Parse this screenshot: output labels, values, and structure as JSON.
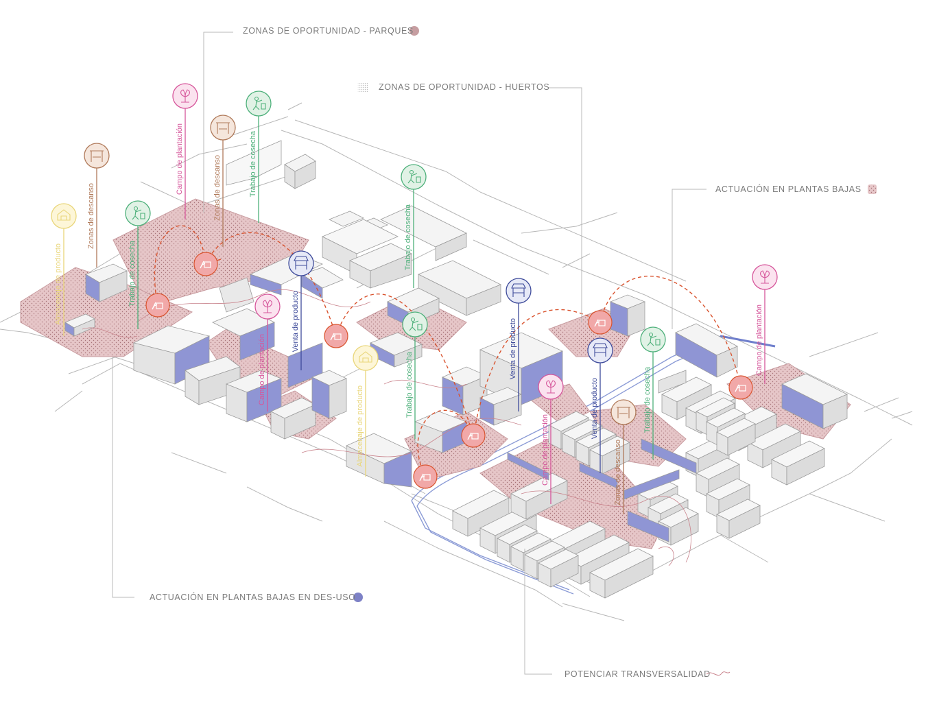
{
  "legend": {
    "parques": "ZONAS DE OPORTUNIDAD - PARQUES",
    "huertos": "ZONAS DE OPORTUNIDAD - HUERTOS",
    "plantas_bajas": "ACTUACIÓN EN PLANTAS BAJAS",
    "des_uso": "ACTUACIÓN EN PLANTAS BAJAS EN DES-USO",
    "transversalidad": "POTENCIAR TRANSVERSALIDAD"
  },
  "colors": {
    "zone_fill": "#e3c2c4",
    "zone_stroke": "#c79a9e",
    "facade_blue": "#9aa0d8",
    "route_red": "#d9532e",
    "yellow": "#e9d67a",
    "brown": "#b07a5a",
    "pink": "#d6569b",
    "green": "#4db07a",
    "navy": "#3d4a9a",
    "parque_dot": "#c69ea1",
    "des_uso_dot": "#7d81c6"
  },
  "pins": [
    {
      "label": "Almacenaje de producto",
      "kind": "yellow",
      "icon": "storage-icon"
    },
    {
      "label": "Zonas de descanso",
      "kind": "brown",
      "icon": "bench-icon"
    },
    {
      "label": "Trabajo de cosecha",
      "kind": "green",
      "icon": "farmer-icon"
    },
    {
      "label": "Campo de plantación",
      "kind": "pink",
      "icon": "plant-icon"
    },
    {
      "label": "Zonas de descanso",
      "kind": "brown",
      "icon": "bench-icon"
    },
    {
      "label": "Trabajo de cosecha",
      "kind": "green",
      "icon": "farmer-icon"
    },
    {
      "label": "Venta de producto",
      "kind": "navy",
      "icon": "market-stall-icon"
    },
    {
      "label": "Campo de plantación",
      "kind": "pink",
      "icon": "plant-icon"
    },
    {
      "label": "Trabajo de cosecha",
      "kind": "green",
      "icon": "farmer-icon"
    },
    {
      "label": "Almacenaje de producto",
      "kind": "yellow",
      "icon": "storage-icon"
    },
    {
      "label": "Trabajo de cosecha",
      "kind": "green",
      "icon": "farmer-icon"
    },
    {
      "label": "Venta de producto",
      "kind": "navy",
      "icon": "market-stall-icon"
    },
    {
      "label": "Campo de plantación",
      "kind": "pink",
      "icon": "plant-icon"
    },
    {
      "label": "Venta de producto",
      "kind": "navy",
      "icon": "market-stall-icon"
    },
    {
      "label": "Zonas de descanso",
      "kind": "brown",
      "icon": "bench-icon"
    },
    {
      "label": "Trabajo de cosecha",
      "kind": "green",
      "icon": "farmer-icon"
    },
    {
      "label": "Campo de plantación",
      "kind": "pink",
      "icon": "plant-icon"
    }
  ],
  "hubs_icon": "orchard-hub-icon"
}
